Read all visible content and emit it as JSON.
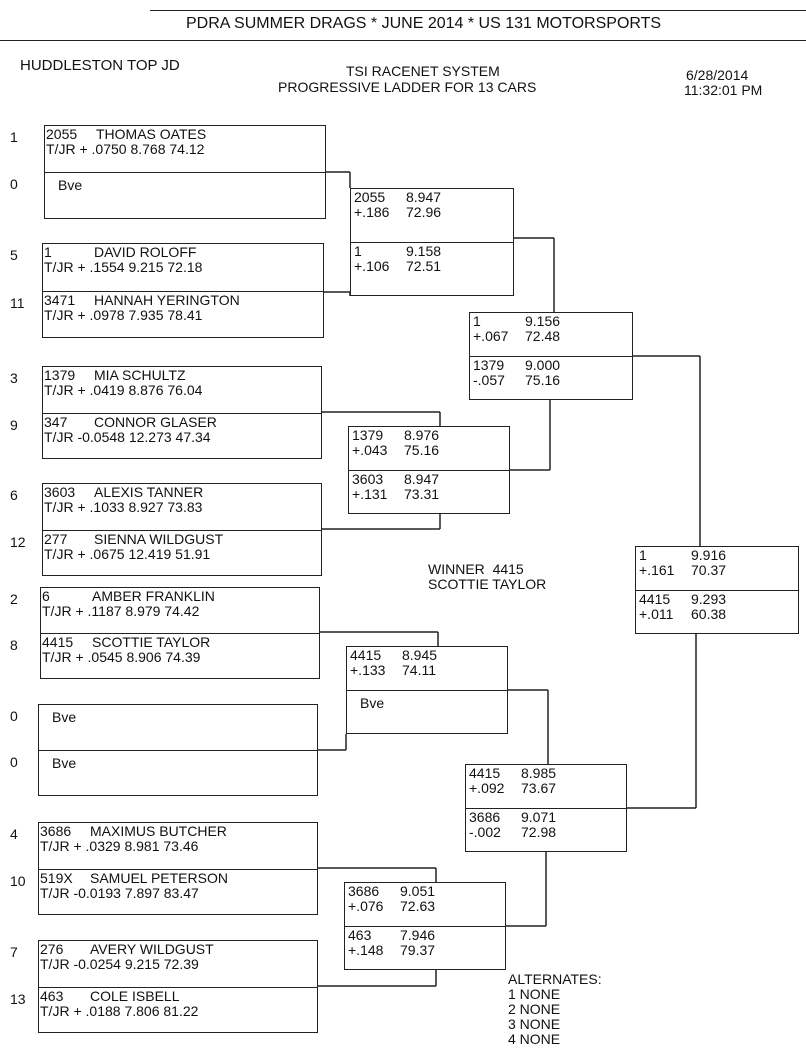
{
  "header": {
    "title": "PDRA SUMMER DRAGS * JUNE 2014 * US 131 MOTORSPORTS",
    "class_name": "HUDDLESTON TOP JD",
    "system": "TSI RACENET SYSTEM",
    "ladder": "PROGRESSIVE LADDER FOR 13 CARS",
    "date": "6/28/2014",
    "time": "11:32:01 PM"
  },
  "round1": [
    {
      "seed": "1",
      "car": "2055",
      "name": "THOMAS OATES",
      "cls": "T/JR",
      "rt": "+ .0750",
      "et": "8.768",
      "mph": "74.12"
    },
    {
      "seed": "0",
      "bye": "Bve"
    },
    {
      "seed": "5",
      "car": "1",
      "name": "DAVID ROLOFF",
      "cls": "T/JR",
      "rt": "+ .1554",
      "et": "9.215",
      "mph": "72.18"
    },
    {
      "seed": "11",
      "car": "3471",
      "name": "HANNAH YERINGTON",
      "cls": "T/JR",
      "rt": "+ .0978",
      "et": "7.935",
      "mph": "78.41"
    },
    {
      "seed": "3",
      "car": "1379",
      "name": "MIA SCHULTZ",
      "cls": "T/JR",
      "rt": "+ .0419",
      "et": "8.876",
      "mph": "76.04"
    },
    {
      "seed": "9",
      "car": "347",
      "name": "CONNOR GLASER",
      "cls": "T/JR",
      "rt": "-0.0548",
      "et": "12.273",
      "mph": "47.34"
    },
    {
      "seed": "6",
      "car": "3603",
      "name": "ALEXIS TANNER",
      "cls": "T/JR",
      "rt": "+ .1033",
      "et": "8.927",
      "mph": "73.83"
    },
    {
      "seed": "12",
      "car": "277",
      "name": "SIENNA WILDGUST",
      "cls": "T/JR",
      "rt": "+ .0675",
      "et": "12.419",
      "mph": "51.91"
    },
    {
      "seed": "2",
      "car": "6",
      "name": "AMBER FRANKLIN",
      "cls": "T/JR",
      "rt": "+ .1187",
      "et": "8.979",
      "mph": "74.42"
    },
    {
      "seed": "8",
      "car": "4415",
      "name": "SCOTTIE TAYLOR",
      "cls": "T/JR",
      "rt": "+ .0545",
      "et": "8.906",
      "mph": "74.39"
    },
    {
      "seed": "0",
      "bye": "Bve"
    },
    {
      "seed": "0",
      "bye": "Bve"
    },
    {
      "seed": "4",
      "car": "3686",
      "name": "MAXIMUS BUTCHER",
      "cls": "T/JR",
      "rt": "+ .0329",
      "et": "8.981",
      "mph": "73.46"
    },
    {
      "seed": "10",
      "car": "519X",
      "name": "SAMUEL PETERSON",
      "cls": "T/JR",
      "rt": "-0.0193",
      "et": "7.897",
      "mph": "83.47"
    },
    {
      "seed": "7",
      "car": "276",
      "name": "AVERY WILDGUST",
      "cls": "T/JR",
      "rt": "-0.0254",
      "et": "9.215",
      "mph": "72.39"
    },
    {
      "seed": "13",
      "car": "463",
      "name": "COLE ISBELL",
      "cls": "T/JR",
      "rt": "+ .0188",
      "et": "7.806",
      "mph": "81.22"
    }
  ],
  "round2": [
    {
      "car": "2055",
      "et": "8.947",
      "rt": "+.186",
      "mph": "72.96"
    },
    {
      "car": "1",
      "et": "9.158",
      "rt": "+.106",
      "mph": "72.51"
    },
    {
      "car": "1379",
      "et": "8.976",
      "rt": "+.043",
      "mph": "75.16"
    },
    {
      "car": "3603",
      "et": "8.947",
      "rt": "+.131",
      "mph": "73.31"
    },
    {
      "car": "4415",
      "et": "8.945",
      "rt": "+.133",
      "mph": "74.11"
    },
    {
      "bye": "Bve"
    },
    {
      "car": "3686",
      "et": "9.051",
      "rt": "+.076",
      "mph": "72.63"
    },
    {
      "car": "463",
      "et": "7.946",
      "rt": "+.148",
      "mph": "79.37"
    }
  ],
  "round3": [
    {
      "car": "1",
      "et": "9.156",
      "rt": "+.067",
      "mph": "72.48"
    },
    {
      "car": "1379",
      "et": "9.000",
      "rt": "-.057",
      "mph": "75.16"
    },
    {
      "car": "4415",
      "et": "8.985",
      "rt": "+.092",
      "mph": "73.67"
    },
    {
      "car": "3686",
      "et": "9.071",
      "rt": "-.002",
      "mph": "72.98"
    }
  ],
  "final": [
    {
      "car": "1",
      "et": "9.916",
      "rt": "+.161",
      "mph": "70.37"
    },
    {
      "car": "4415",
      "et": "9.293",
      "rt": "+.011",
      "mph": "60.38"
    }
  ],
  "winner": {
    "label": "WINNER",
    "car": "4415",
    "name": "SCOTTIE TAYLOR"
  },
  "alternates": {
    "label": "ALTERNATES:",
    "items": [
      "1 NONE",
      "2 NONE",
      "3 NONE",
      "4 NONE"
    ]
  }
}
